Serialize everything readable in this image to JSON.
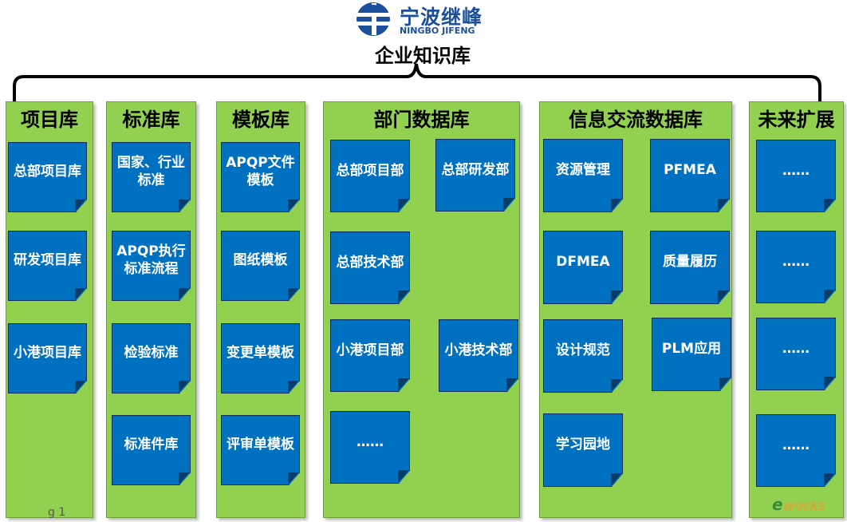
{
  "logo": {
    "name_cn": "宁波继峰",
    "name_en": "NINGBO JIFENG"
  },
  "title": "企业知识库",
  "colors": {
    "column_bg": "#92d050",
    "card_bg": "#0070c0",
    "card_text": "#ffffff",
    "brand": "#1b4f9c"
  },
  "columns": [
    {
      "title": "项目库",
      "cards": [
        "总部项目库",
        "研发项目库",
        "小港项目库"
      ]
    },
    {
      "title": "标准库",
      "cards": [
        "国家、行业\n标准",
        "APQP执行\n标准流程",
        "检验标准",
        "标准件库"
      ]
    },
    {
      "title": "模板库",
      "cards": [
        "APQP文件\n模板",
        "图纸模板",
        "变更单模板",
        "评审单模板"
      ]
    },
    {
      "title": "部门数据库",
      "cards": [
        "总部项目部",
        "总部研发部",
        "总部技术部",
        "小港项目部",
        "小港技术部",
        "……"
      ]
    },
    {
      "title": "信息交流数据库",
      "cards": [
        "资源管理",
        "PFMEA",
        "DFMEA",
        "质量履历",
        "设计规范",
        "PLM应用",
        "学习园地"
      ]
    },
    {
      "title": "未来扩展",
      "cards": [
        "……",
        "……",
        "……",
        "……"
      ]
    }
  ],
  "watermark": {
    "e": "e",
    "rest": "works"
  },
  "bottom_text": "g     1"
}
